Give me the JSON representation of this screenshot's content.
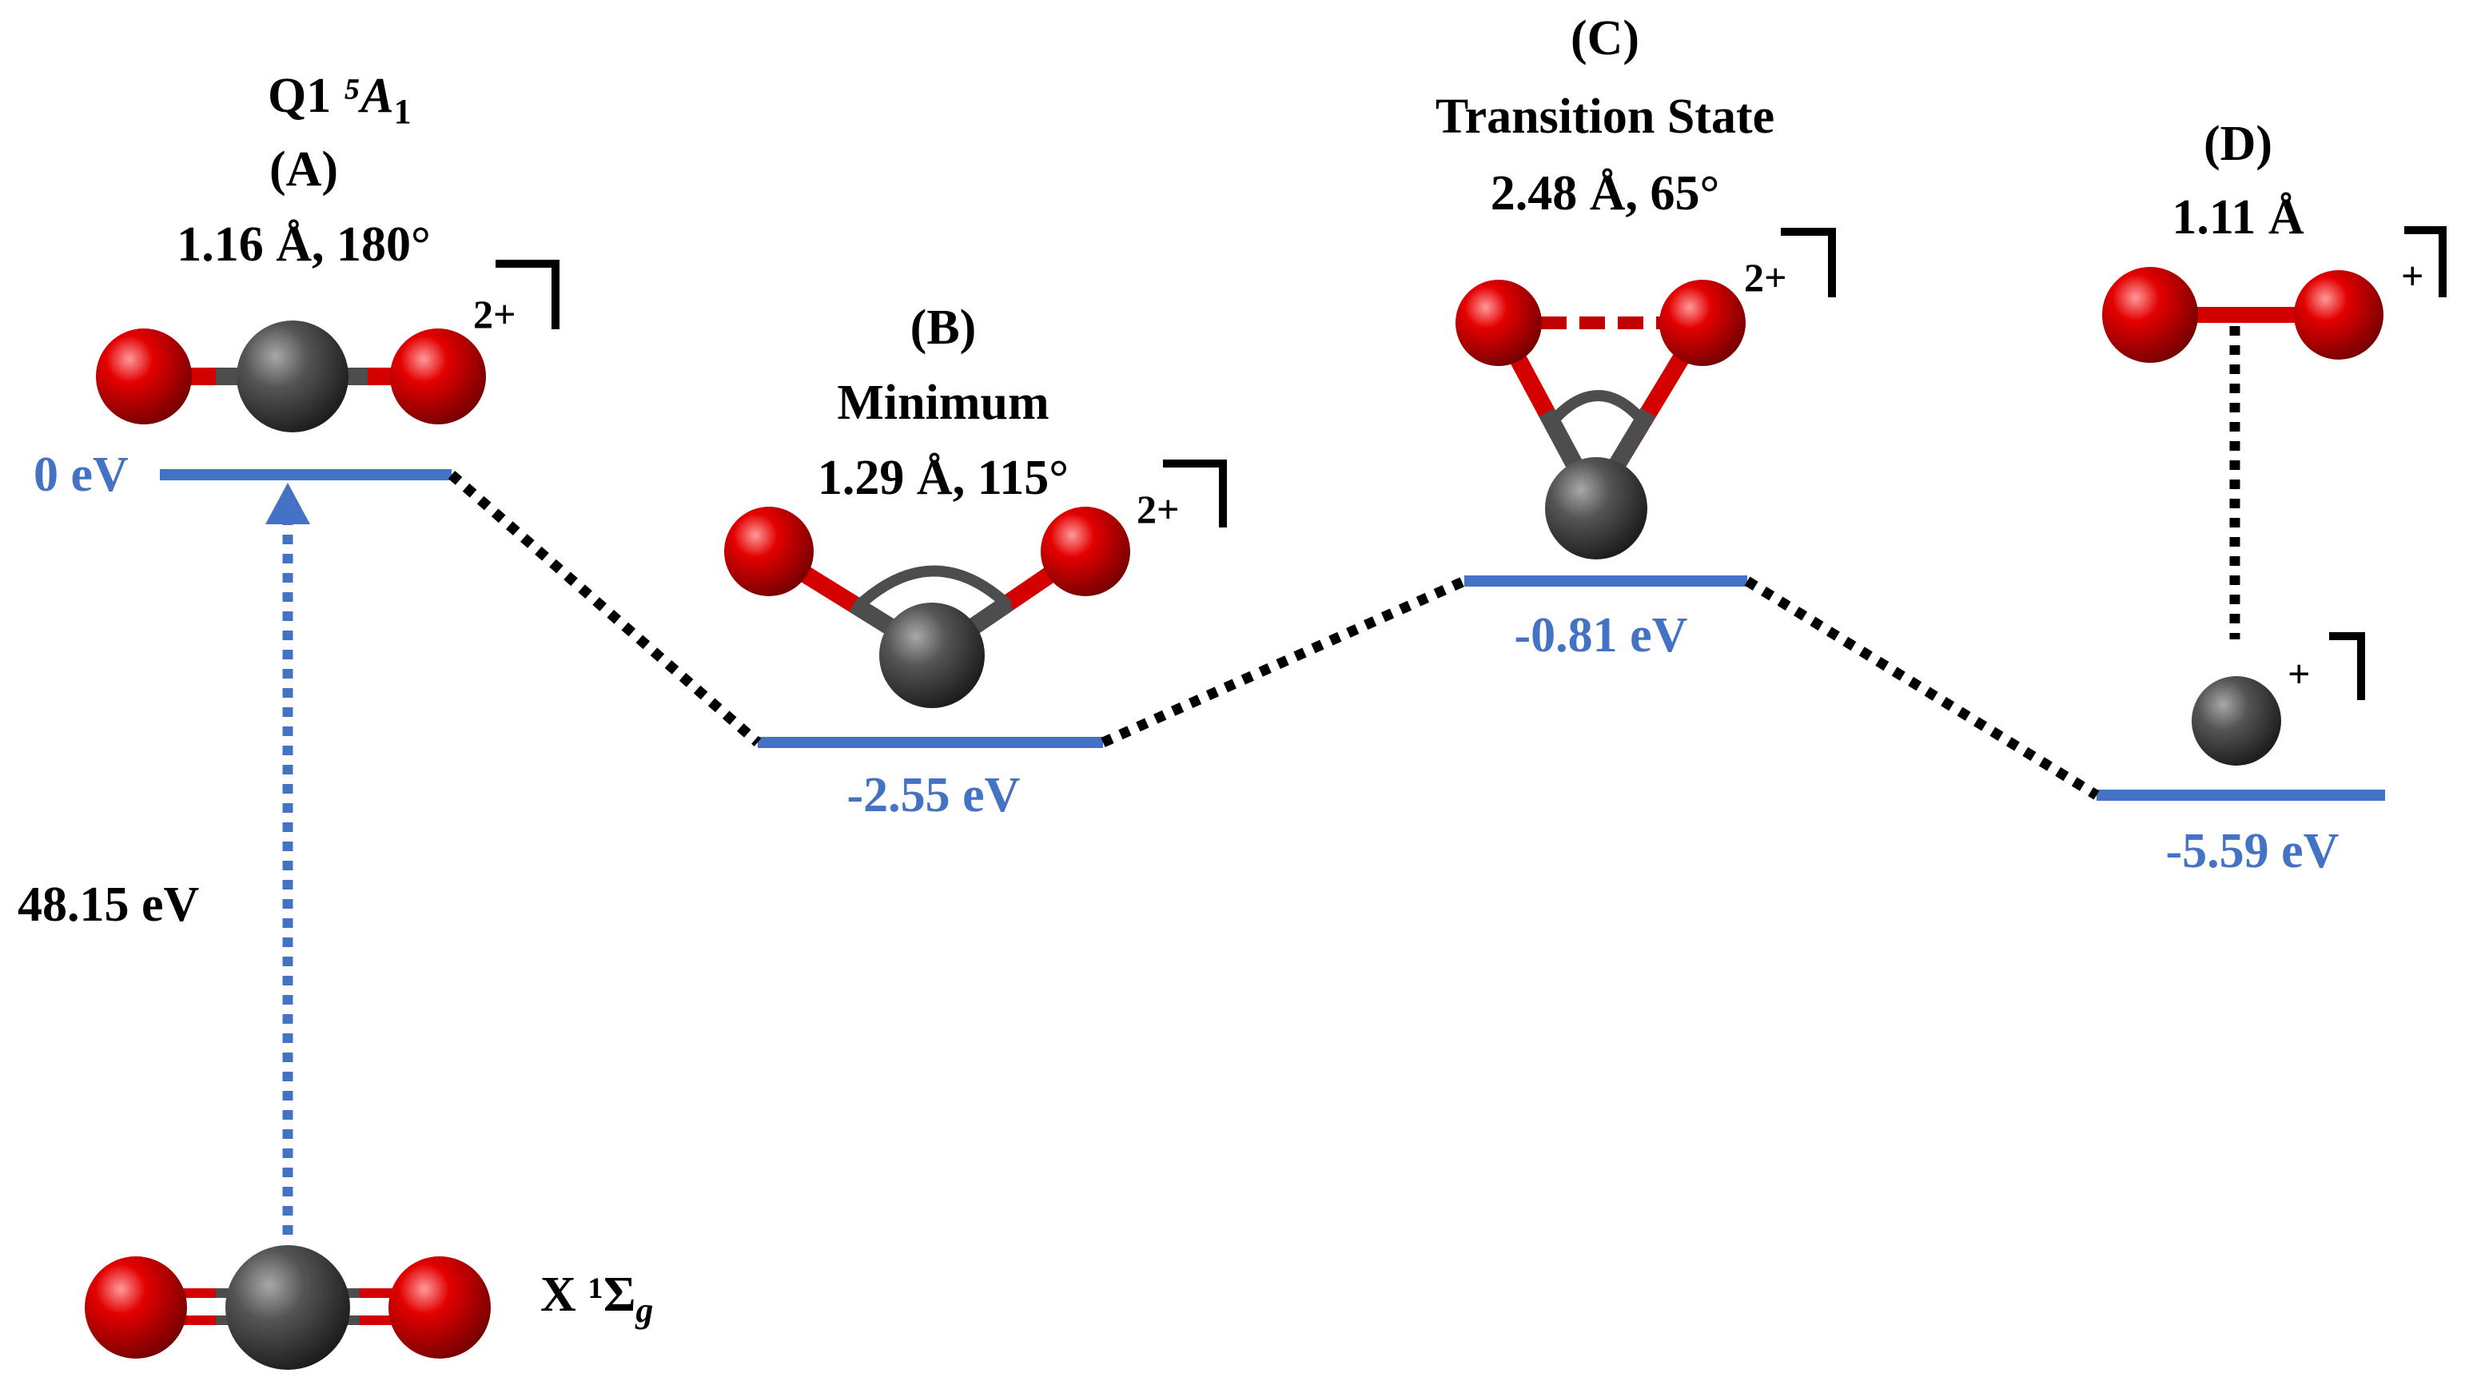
{
  "colors": {
    "level": "#4472c4",
    "connector": "#000000",
    "oxygen": "#d40000",
    "carbon": "#4d4d4d",
    "ts_bond": "#c00000"
  },
  "ground_state": {
    "label_main": "X",
    "label_term": "¹Σ",
    "label_sub": "g",
    "excitation_energy": "48.15 eV"
  },
  "states": {
    "A": {
      "state_name": "Q1",
      "term_main": "⁵A",
      "term_sub": "1",
      "letter": "(A)",
      "geometry": "1.16 Å, 180°",
      "charge": "2+",
      "energy": 0,
      "energy_label": "0 eV"
    },
    "B": {
      "letter": "(B)",
      "name": "Minimum",
      "geometry": "1.29 Å, 115°",
      "charge": "2+",
      "energy": -2.55,
      "energy_label": "-2.55 eV"
    },
    "C": {
      "letter": "(C)",
      "name": "Transition State",
      "geometry": "2.48 Å, 65°",
      "charge": "2+",
      "energy": -0.81,
      "energy_label": "-0.81 eV"
    },
    "D": {
      "letter": "(D)",
      "geometry": "1.11 Å",
      "charge_o2": "+",
      "charge_c": "+",
      "energy": -5.59,
      "energy_label": "-5.59 eV"
    }
  }
}
